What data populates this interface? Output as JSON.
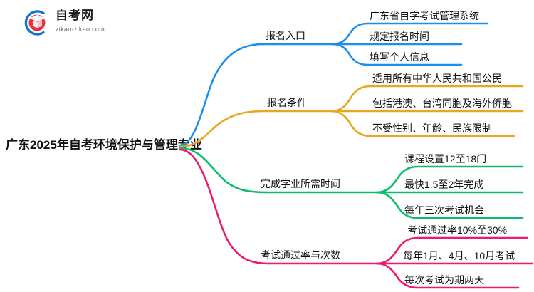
{
  "logo": {
    "title": "自考网",
    "subtitle": "zikao-zikao.com",
    "mark_name": "zikao-logo-icon",
    "arc_color": "#1277C8",
    "cap_color": "#E8313A"
  },
  "mindmap": {
    "root": "广东2025年自考环境保护与管理专业",
    "branches": [
      {
        "label": "报名入口",
        "color": "#1E8FE8",
        "children": [
          "广东省自学考试管理系统",
          "规定报名时间",
          "填写个人信息"
        ]
      },
      {
        "label": "报名条件",
        "color": "#E8A81E",
        "children": [
          "适用所有中华人民共和国公民",
          "包括港澳、台湾同胞及海外侨胞",
          "不受性别、年龄、民族限制"
        ]
      },
      {
        "label": "完成学业所需时间",
        "color": "#0FBC6E",
        "children": [
          "课程设置12至18门",
          "最快1.5至2年完成",
          "每年三次考试机会"
        ]
      },
      {
        "label": "考试通过率与次数",
        "color": "#EC1B72",
        "children": [
          "考试通过率10%至30%",
          "每年1月、4月、10月考试",
          "每次考试为期两天"
        ]
      }
    ]
  }
}
